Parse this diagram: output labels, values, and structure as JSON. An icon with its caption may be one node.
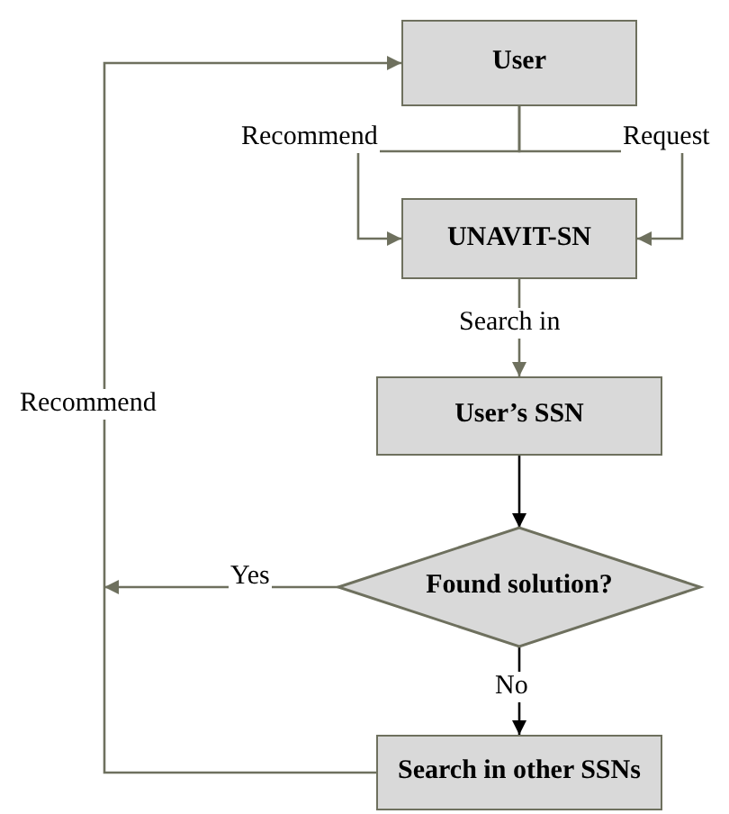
{
  "diagram": {
    "nodes": [
      {
        "text": [
          "User"
        ]
      },
      {
        "text": [
          "UNAVIT-SN"
        ]
      },
      {
        "text": [
          "User’s SSN"
        ]
      },
      {
        "text": [
          "Found solution?"
        ]
      },
      {
        "text": [
          "Search in other SSNs"
        ]
      }
    ],
    "edges": [
      {
        "from": 0,
        "to": 1,
        "arrow": "to",
        "label": "Recommend"
      },
      {
        "from": 0,
        "to": 1,
        "arrow": "to",
        "label": "Request"
      },
      {
        "from": 1,
        "to": 2,
        "arrow": "to",
        "label": "Search in"
      },
      {
        "from": 2,
        "to": 3,
        "arrow": "to",
        "color": "#000000"
      },
      {
        "from": 3,
        "to": null,
        "arrow": "to",
        "label": "Yes"
      },
      {
        "from": 3,
        "to": 4,
        "arrow": "to",
        "label": "No",
        "color": "#000000"
      },
      {
        "from": 4,
        "to": 0,
        "arrow": "to",
        "label": "Recommend"
      }
    ]
  }
}
